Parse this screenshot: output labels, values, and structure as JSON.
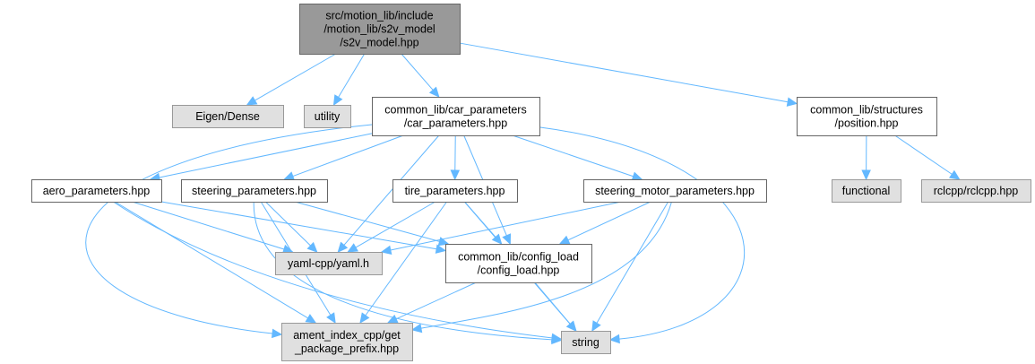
{
  "graph": {
    "nodes": [
      {
        "id": "root",
        "kind": "root",
        "lines": [
          "src/motion_lib/include",
          "/motion_lib/s2v_model",
          "/s2v_model.hpp"
        ]
      },
      {
        "id": "eigen",
        "kind": "ext",
        "lines": [
          "Eigen/Dense"
        ]
      },
      {
        "id": "utility",
        "kind": "ext",
        "lines": [
          "utility"
        ]
      },
      {
        "id": "car",
        "kind": "int",
        "lines": [
          "common_lib/car_parameters",
          "/car_parameters.hpp"
        ]
      },
      {
        "id": "position",
        "kind": "int",
        "lines": [
          "common_lib/structures",
          "/position.hpp"
        ]
      },
      {
        "id": "aero",
        "kind": "int",
        "lines": [
          "aero_parameters.hpp"
        ]
      },
      {
        "id": "steering",
        "kind": "int",
        "lines": [
          "steering_parameters.hpp"
        ]
      },
      {
        "id": "tire",
        "kind": "int",
        "lines": [
          "tire_parameters.hpp"
        ]
      },
      {
        "id": "steermotor",
        "kind": "int",
        "lines": [
          "steering_motor_parameters.hpp"
        ]
      },
      {
        "id": "functional",
        "kind": "ext",
        "lines": [
          "functional"
        ]
      },
      {
        "id": "rclcpp",
        "kind": "ext",
        "lines": [
          "rclcpp/rclcpp.hpp"
        ]
      },
      {
        "id": "yaml",
        "kind": "ext",
        "lines": [
          "yaml-cpp/yaml.h"
        ]
      },
      {
        "id": "config",
        "kind": "int",
        "lines": [
          "common_lib/config_load",
          "/config_load.hpp"
        ]
      },
      {
        "id": "ament",
        "kind": "ext",
        "lines": [
          "ament_index_cpp/get",
          "_package_prefix.hpp"
        ]
      },
      {
        "id": "string",
        "kind": "ext",
        "lines": [
          "string"
        ]
      }
    ],
    "edges": [
      [
        "root",
        "eigen"
      ],
      [
        "root",
        "utility"
      ],
      [
        "root",
        "car"
      ],
      [
        "root",
        "position"
      ],
      [
        "car",
        "aero"
      ],
      [
        "car",
        "steering"
      ],
      [
        "car",
        "tire"
      ],
      [
        "car",
        "steermotor"
      ],
      [
        "car",
        "yaml"
      ],
      [
        "car",
        "config"
      ],
      [
        "car",
        "ament"
      ],
      [
        "car",
        "string"
      ],
      [
        "position",
        "functional"
      ],
      [
        "position",
        "rclcpp"
      ],
      [
        "aero",
        "yaml"
      ],
      [
        "aero",
        "config"
      ],
      [
        "aero",
        "ament"
      ],
      [
        "aero",
        "string"
      ],
      [
        "steering",
        "yaml"
      ],
      [
        "steering",
        "config"
      ],
      [
        "steering",
        "ament"
      ],
      [
        "steering",
        "string"
      ],
      [
        "tire",
        "yaml"
      ],
      [
        "tire",
        "config"
      ],
      [
        "tire",
        "ament"
      ],
      [
        "tire",
        "string"
      ],
      [
        "steermotor",
        "yaml"
      ],
      [
        "steermotor",
        "config"
      ],
      [
        "steermotor",
        "ament"
      ],
      [
        "steermotor",
        "string"
      ],
      [
        "config",
        "ament"
      ],
      [
        "config",
        "string"
      ]
    ],
    "colors": {
      "edge": "#63b8ff",
      "root_fill": "#999999",
      "external_fill": "#e0e0e0",
      "internal_fill": "#ffffff"
    }
  }
}
